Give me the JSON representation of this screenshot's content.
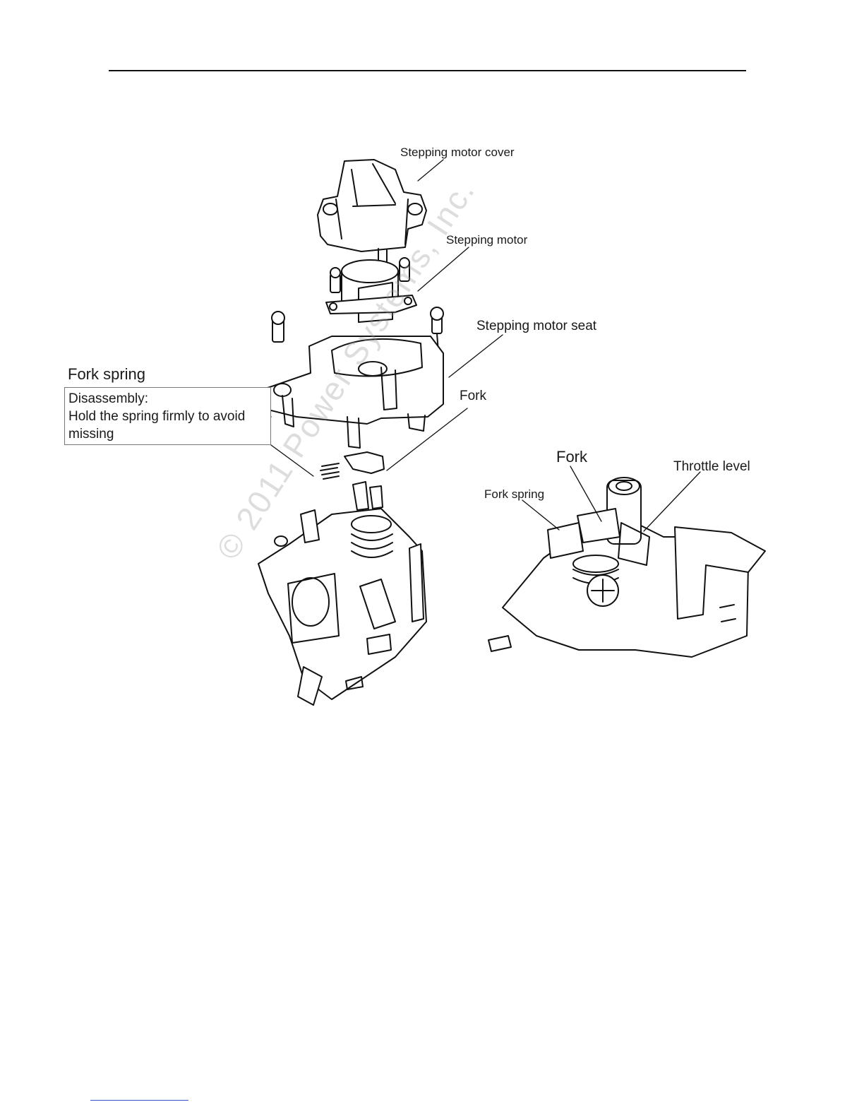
{
  "labels": {
    "stepping_motor_cover": "Stepping motor cover",
    "stepping_motor": "Stepping motor",
    "stepping_motor_seat": "Stepping motor seat",
    "fork_spring_heading": "Fork spring",
    "fork_main": "Fork",
    "fork_inset": "Fork",
    "fork_spring_inset": "Fork spring",
    "throttle_level": "Throttle level"
  },
  "note": {
    "line1": "Disassembly:",
    "line2": "Hold  the spring firmly to avoid",
    "line3": "missing"
  },
  "watermark": "© 2011 Power Systems, Inc."
}
